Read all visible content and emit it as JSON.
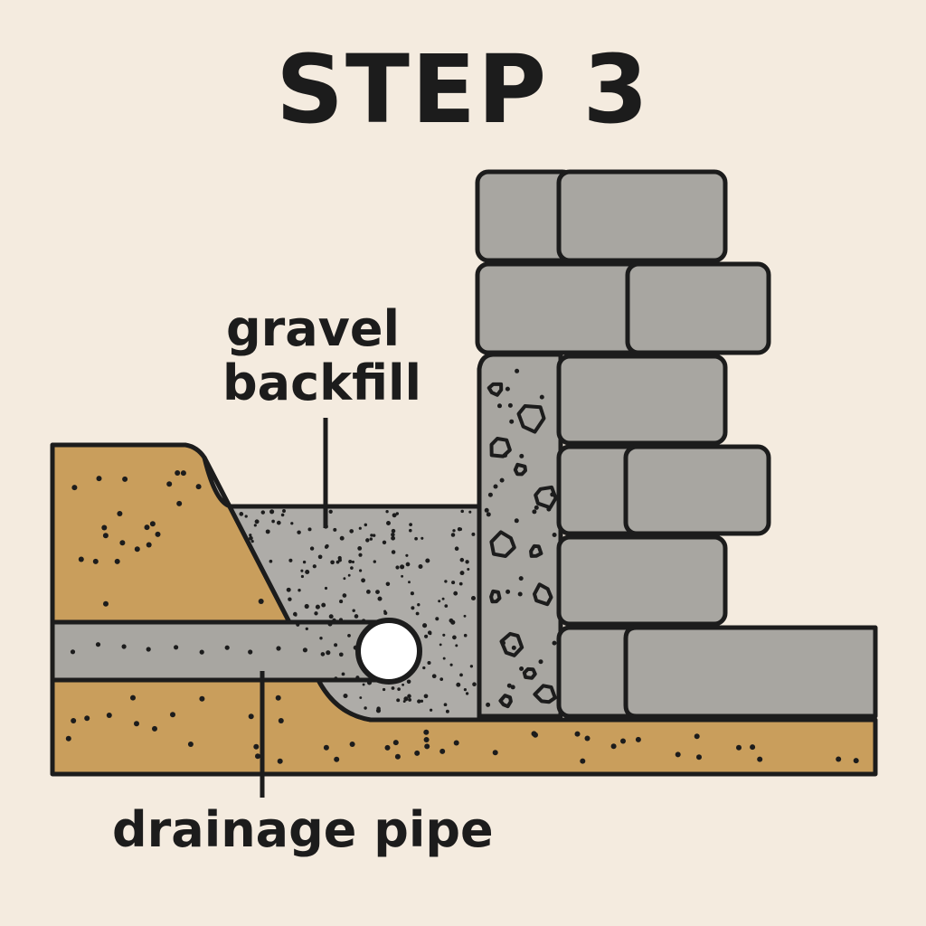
{
  "title": "STEP 3",
  "labels": {
    "gravel_backfill": [
      "gravel",
      "backfill"
    ],
    "drainage_pipe": "drainage pipe"
  },
  "colors": {
    "background": "#f4ebdf",
    "soil": "#c99e5c",
    "stone": "#a8a6a1",
    "gravel": "#aeaca8",
    "outline": "#1c1c1c",
    "pipe_opening": "#ffffff"
  }
}
